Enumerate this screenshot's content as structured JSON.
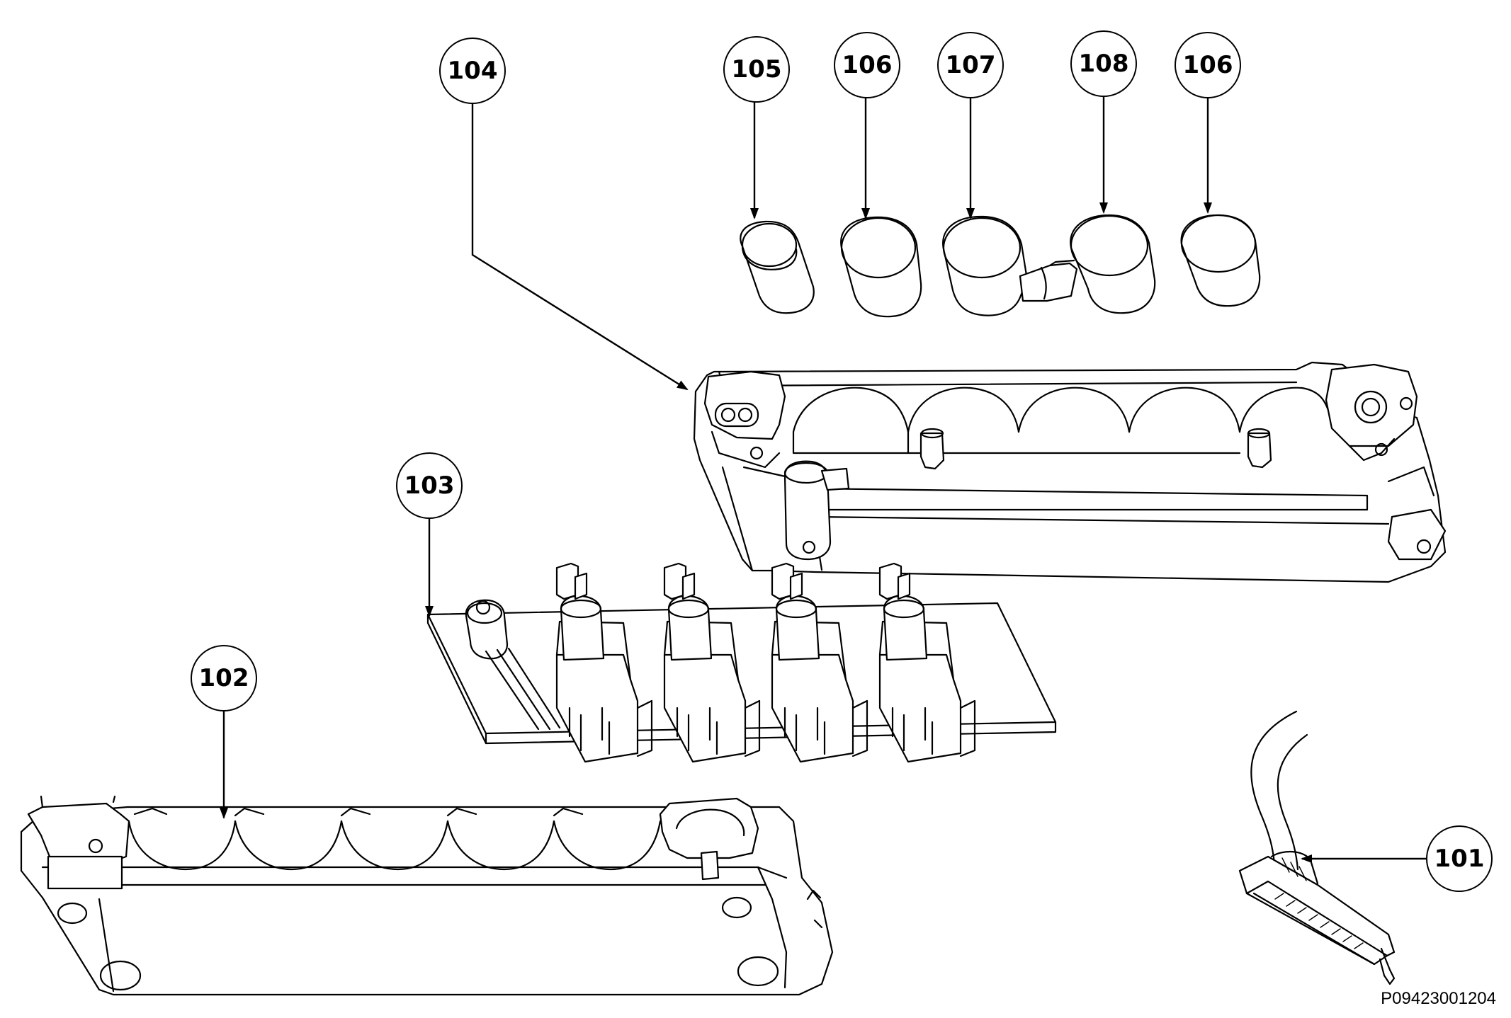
{
  "drawing_id": "P09423001204",
  "callouts": {
    "c101": "101",
    "c102": "102",
    "c103": "103",
    "c104": "104",
    "c105": "105",
    "c106a": "106",
    "c107": "107",
    "c108": "108",
    "c106b": "106"
  }
}
